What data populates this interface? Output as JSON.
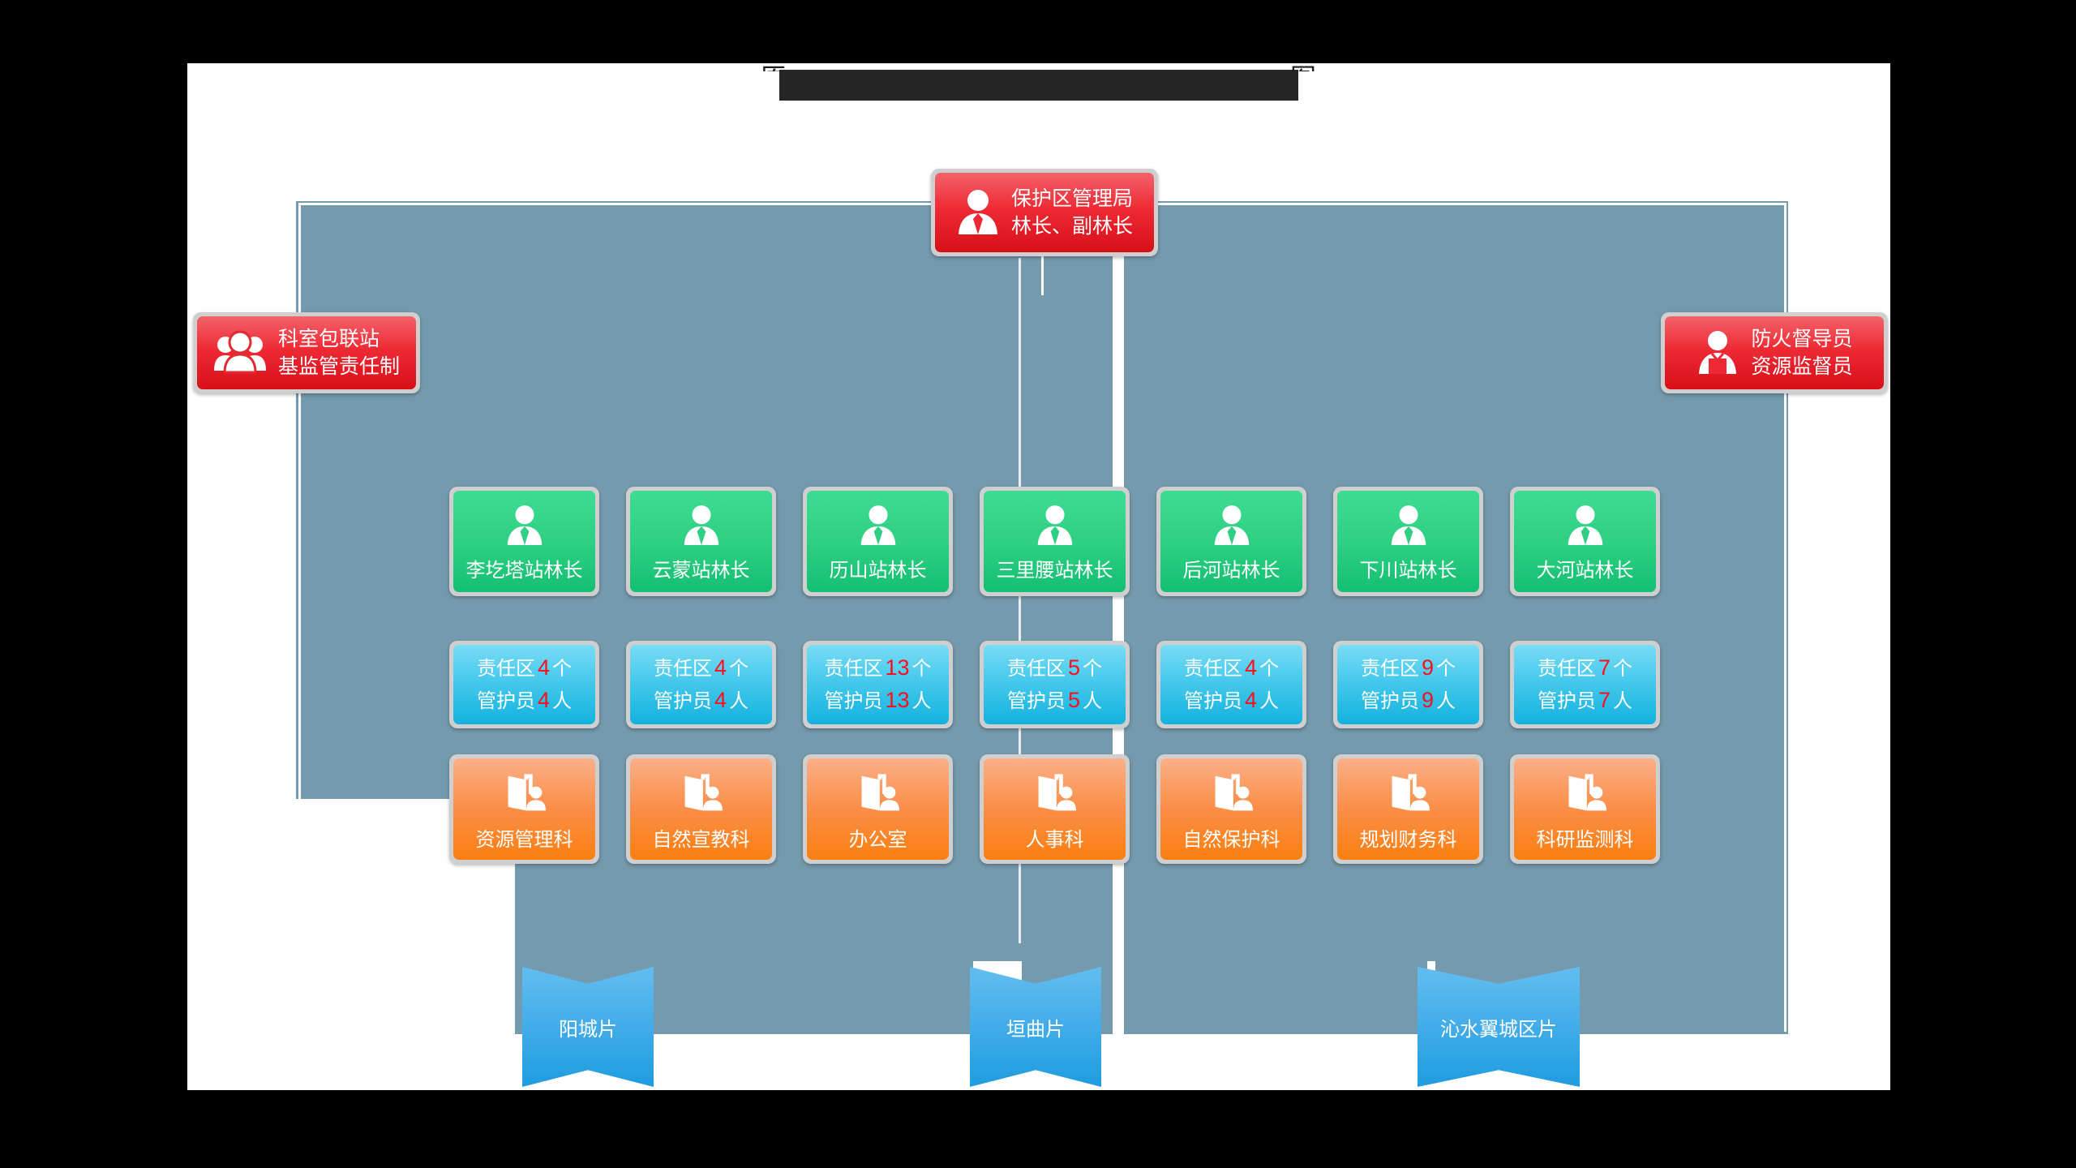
{
  "page": {
    "background_color": "#000000",
    "canvas_color": "#ffffff",
    "panel_color": "#7599ad"
  },
  "title": {
    "text": "",
    "redacted": true,
    "redaction_color": "#262626",
    "edge_left": "原",
    "edge_right": "图"
  },
  "top_node": {
    "icon": "person-tie-icon",
    "line1": "保护区管理局",
    "line2": "林长、副林长",
    "color": "#ed2a34"
  },
  "left_node": {
    "icon": "people-group-icon",
    "line1": "科室包联站",
    "line2": "基监管责任制",
    "color": "#ed2a34"
  },
  "right_node": {
    "icon": "person-vest-icon",
    "line1": "防火督导员",
    "line2": "资源监督员",
    "color": "#ed2a34"
  },
  "stations": {
    "icon": "person-tie-icon",
    "color": "#2fd083",
    "items": [
      {
        "label": "李圪塔站林长"
      },
      {
        "label": "云蒙站林长"
      },
      {
        "label": "历山站林长"
      },
      {
        "label": "三里腰站林长"
      },
      {
        "label": "后河站林长"
      },
      {
        "label": "下川站林长"
      },
      {
        "label": "大河站林长"
      }
    ]
  },
  "zones": {
    "color": "#46c9ec",
    "number_color": "#ff0d1c",
    "zone_prefix": "责任区",
    "zone_unit": "个",
    "ranger_prefix": "管护员",
    "ranger_unit": "人",
    "items": [
      {
        "zones": "4",
        "rangers": "4"
      },
      {
        "zones": "4",
        "rangers": "4"
      },
      {
        "zones": "13",
        "rangers": "13"
      },
      {
        "zones": "5",
        "rangers": "5"
      },
      {
        "zones": "4",
        "rangers": "4"
      },
      {
        "zones": "9",
        "rangers": "9"
      },
      {
        "zones": "7",
        "rangers": "7"
      }
    ]
  },
  "departments": {
    "icon": "door-person-icon",
    "color": "#fb8f4a",
    "items": [
      {
        "label": "资源管理科"
      },
      {
        "label": "自然宣教科"
      },
      {
        "label": "办公室"
      },
      {
        "label": "人事科"
      },
      {
        "label": "自然保护科"
      },
      {
        "label": "规划财务科"
      },
      {
        "label": "科研监测科"
      }
    ]
  },
  "districts": {
    "color": "#45aeea",
    "items": [
      {
        "label": "阳城片"
      },
      {
        "label": "垣曲片"
      },
      {
        "label": "沁水翼城区片"
      }
    ]
  }
}
